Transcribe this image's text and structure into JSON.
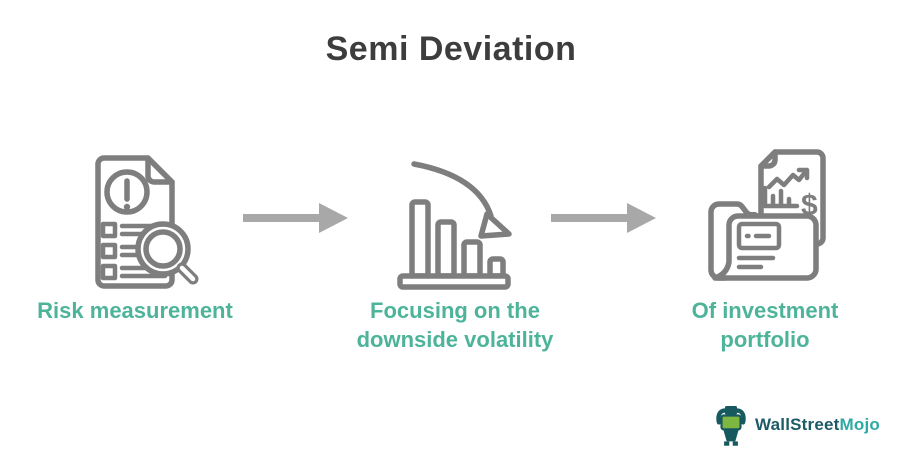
{
  "title": "Semi Deviation",
  "steps": [
    {
      "label": "Risk measurement",
      "icon": "risk-document-icon"
    },
    {
      "label": "Focusing on the downside volatility",
      "icon": "declining-chart-icon"
    },
    {
      "label": "Of investment portfolio",
      "icon": "portfolio-folder-icon"
    }
  ],
  "icons": {
    "dollar_glyph": "$"
  },
  "logo": {
    "text_primary": "WallStreet",
    "text_secondary": "Mojo"
  },
  "colors": {
    "accent_teal": "#4db49a",
    "title_color": "#3d3d3d",
    "icon_gray": "#7e7e7e",
    "arrow_gray": "#a8a8a8",
    "logo_dark": "#1d5b66",
    "logo_teal": "#2fa9a3",
    "mascot_green": "#7db742",
    "mascot_dark": "#16595f"
  }
}
